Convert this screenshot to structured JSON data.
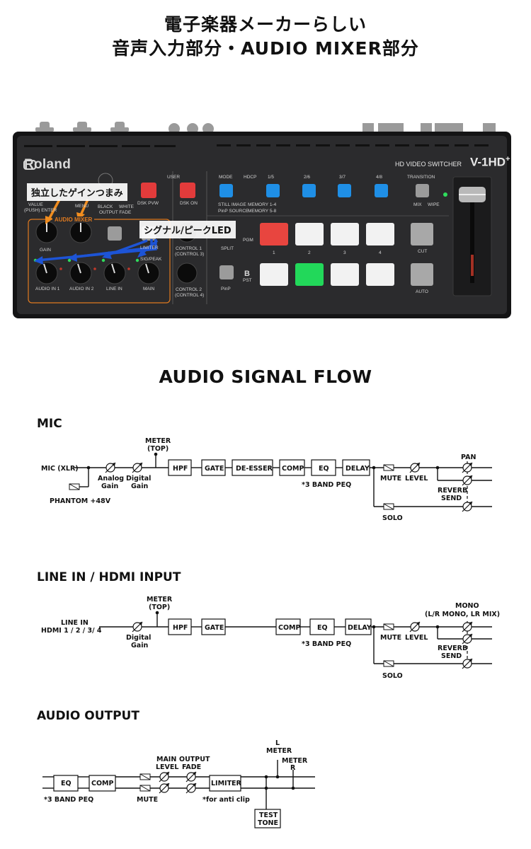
{
  "header": {
    "line1": "電子楽器メーカーらしい",
    "line2": "音声入力部分・AUDIO MIXER部分"
  },
  "device": {
    "brand": "Roland",
    "switcher_label": "HD VIDEO SWITCHER",
    "model": "V-1HD",
    "model_plus": "+",
    "labels": {
      "value": "VALUE",
      "value_sub": "(PUSH) ENTER",
      "menu": "MENU",
      "black": "BLACK",
      "white": "WHITE",
      "output_fade": "OUTPUT FADE",
      "user": "USER",
      "dsk_pvw": "DSK PVW",
      "dsk_on": "DSK ON",
      "audio_mixer": "AUDIO MIXER",
      "gain": "GAIN",
      "limiter": "LIMITER",
      "sig_peak": "SIG/PEAK",
      "audio_in1": "AUDIO IN 1",
      "audio_in2": "AUDIO IN 2",
      "line_in": "LINE IN",
      "main": "MAIN",
      "control1": "CONTROL 1",
      "control1_sub": "(CONTROL 3)",
      "control2": "CONTROL 2",
      "control2_sub": "(CONTROL 4)",
      "mode": "MODE",
      "hdcp": "HDCP",
      "b15": "1/5",
      "b26": "2/6",
      "b37": "3/7",
      "b48": "4/8",
      "transition": "TRANSITION",
      "still_image": "STILL IMAGE",
      "memory14": "MEMORY 1-4",
      "pinp_source": "PinP SOURCE",
      "memory58": "MEMORY 5-8",
      "mix": "MIX",
      "wipe": "WIPE",
      "split": "SPLIT",
      "a_pgm": "PGM",
      "b": "B",
      "b_pst": "PST",
      "pinp": "PinP",
      "n1": "1",
      "n2": "2",
      "n3": "3",
      "n4": "4",
      "cut": "CUT",
      "auto": "AUTO"
    },
    "callouts": {
      "gain_knobs": "独立したゲインつまみ",
      "signal_led": "シグナル/ピークLED"
    },
    "colors": {
      "panel": "#2a2a2c",
      "blue_button": "#1f8fe6",
      "red_button": "#e23b3b",
      "green_button": "#1fd85a",
      "orange_arrow": "#f08c1e",
      "blue_arrow": "#1d54d6"
    }
  },
  "flow": {
    "title": "AUDIO SIGNAL FLOW",
    "mic": {
      "title": "MIC",
      "input": "MIC (XLR)",
      "phantom": "PHANTOM +48V",
      "analog_gain": [
        "Analog",
        "Gain"
      ],
      "digital_gain": [
        "Digital",
        "Gain"
      ],
      "meter": [
        "METER",
        "(TOP)"
      ],
      "blocks": [
        "HPF",
        "GATE",
        "DE-ESSER",
        "COMP",
        "EQ",
        "DELAY"
      ],
      "eq_note": "*3 BAND PEQ",
      "mute": "MUTE",
      "level": "LEVEL",
      "pan": "PAN",
      "reverb_send": [
        "REVERB",
        "SEND"
      ],
      "solo": "SOLO"
    },
    "line": {
      "title": "LINE IN / HDMI INPUT",
      "input": [
        "LINE IN",
        "HDMI 1 / 2 / 3/ 4"
      ],
      "digital_gain": [
        "Digital",
        "Gain"
      ],
      "meter": [
        "METER",
        "(TOP)"
      ],
      "blocks": [
        "HPF",
        "GATE",
        "COMP",
        "EQ",
        "DELAY"
      ],
      "eq_note": "*3 BAND PEQ",
      "mute": "MUTE",
      "level": "LEVEL",
      "mono": [
        "MONO",
        "(L/R MONO, LR MIX)"
      ],
      "reverb_send": [
        "REVERB",
        "SEND"
      ],
      "solo": "SOLO"
    },
    "output": {
      "title": "AUDIO OUTPUT",
      "blocks": [
        "EQ",
        "COMP",
        "LIMITER"
      ],
      "eq_note": "*3 BAND PEQ",
      "mute": "MUTE",
      "main_level": [
        "MAIN",
        "LEVEL"
      ],
      "output_fade": [
        "OUTPUT",
        "FADE"
      ],
      "anti_clip": "*for anti clip",
      "meter_l": [
        "L",
        "METER"
      ],
      "meter_r": [
        "METER",
        "R"
      ],
      "test_tone": [
        "TEST",
        "TONE"
      ]
    }
  }
}
